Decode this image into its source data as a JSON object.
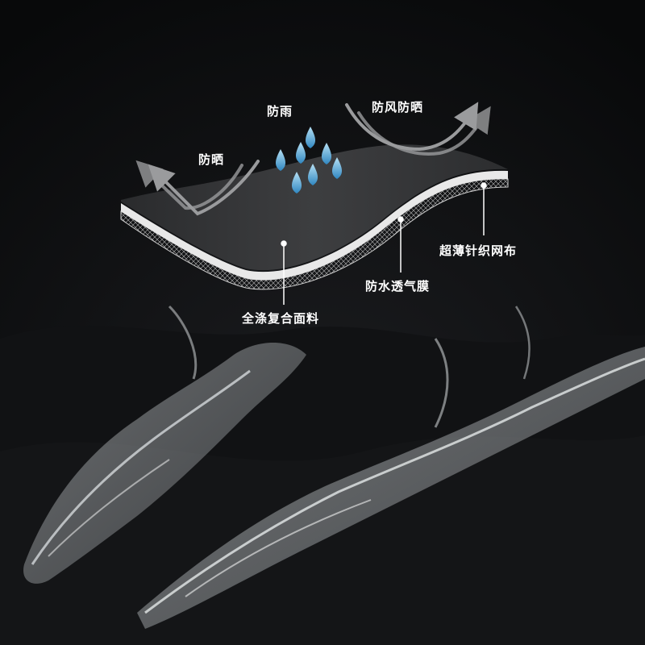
{
  "labels": {
    "rainproof": "防雨",
    "windproof_sunproof": "防风防晒",
    "sunproof": "防晒",
    "knit_mesh": "超薄针织网布",
    "membrane": "防水透气膜",
    "fabric": "全涤复合面料"
  },
  "colors": {
    "background": "#0b0c0e",
    "fabric_layer": "#3a3b3d",
    "membrane_layer": "#e8e8e8",
    "droplet": "#5fb0dc",
    "arrow": "#9a9b9d",
    "text": "#ffffff"
  },
  "icons": [
    "water-drop-icon",
    "wind-arrow-icon",
    "sun-arrow-icon"
  ]
}
